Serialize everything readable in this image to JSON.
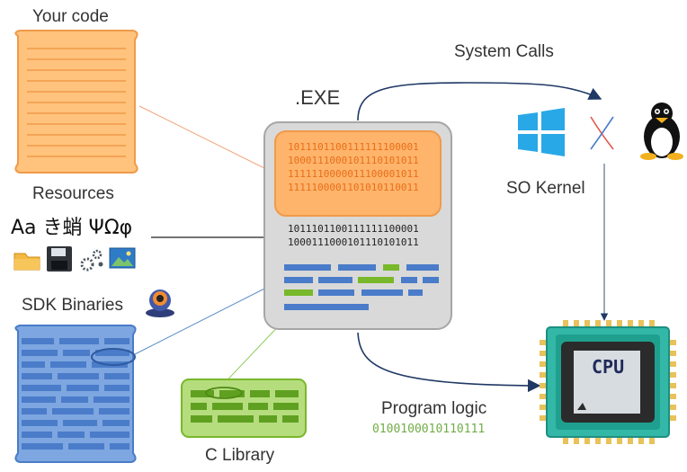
{
  "labels": {
    "your_code": "Your code",
    "resources": "Resources",
    "resources_glyphs": "Aa き蛸 ΨΩφ",
    "sdk_binaries": "SDK Binaries",
    "c_library": "C Library",
    "exe": ".EXE",
    "system_calls": "System Calls",
    "so_kernel": "SO Kernel",
    "program_logic": "Program logic",
    "program_logic_bits": "0100100010110111",
    "cpu": "CPU"
  },
  "exe_orange_bits": [
    "1011101100111111100001",
    "1000111000101110101011",
    "1111110000011100001011",
    "1111100001101010110011"
  ],
  "exe_plain_bits": [
    "1011101100111111100001",
    "1000111000101110101011"
  ],
  "colors": {
    "orange_fill": "#FFC37D",
    "orange_border": "#F09A4A",
    "blue": "#4A7CC9",
    "green": "#78B82A",
    "gray_box": "#D9D9D9",
    "arrow": "#1F3864",
    "bits_green": "#70AD47",
    "chip_teal": "#33B7A6"
  },
  "icons": [
    "folder-icon",
    "floppy-disk-icon",
    "gears-icon",
    "image-icon",
    "webcam-icon",
    "windows-logo-icon",
    "x11-logo-icon",
    "linux-tux-icon",
    "cpu-chip-icon"
  ]
}
